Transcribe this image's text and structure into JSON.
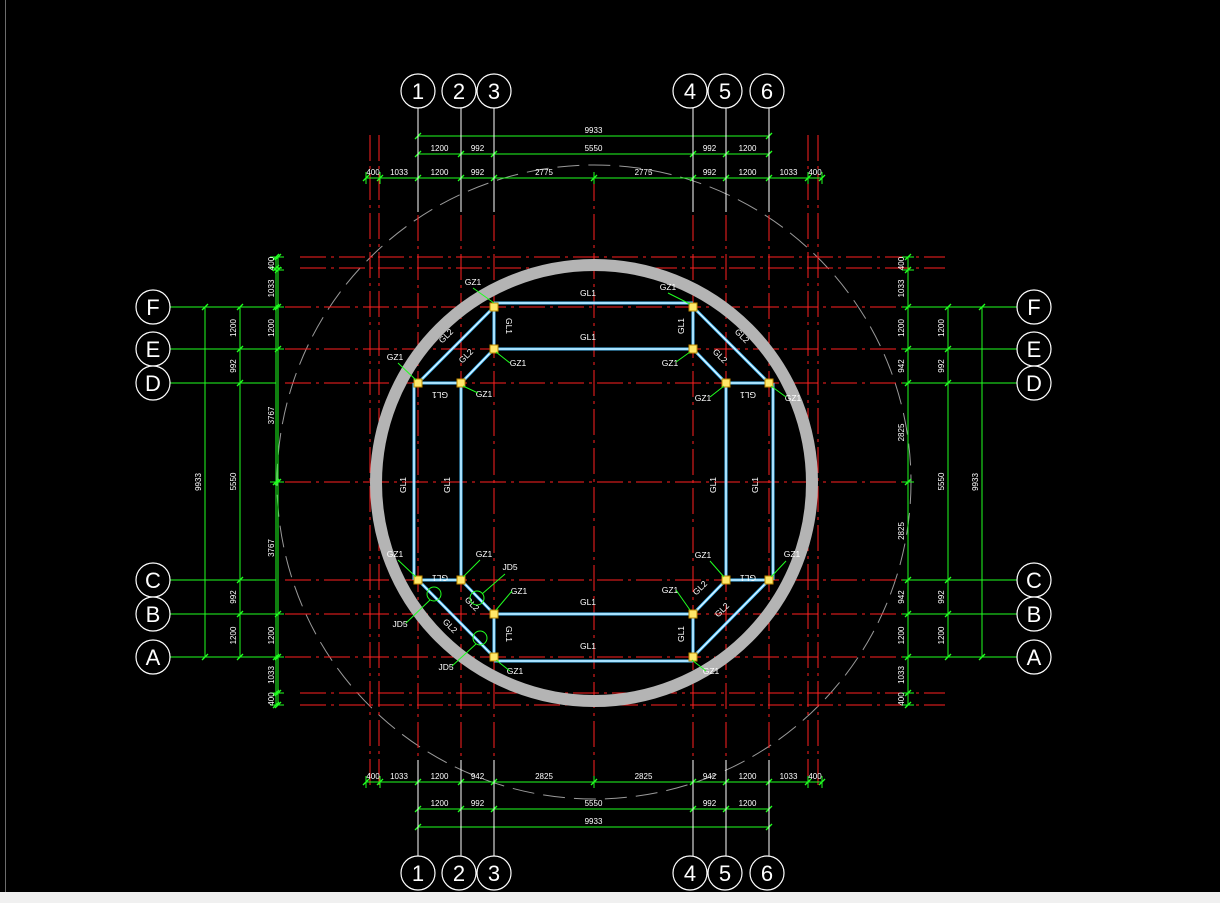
{
  "colors": {
    "background": "#000000",
    "axis": "#ff2020",
    "dimension": "#20ff20",
    "wall": "#ffffff",
    "beam_edge": "#4fc3ff",
    "ring": "#b4b4b4",
    "column_fill": "#ffe86a",
    "label": "#ffffff"
  },
  "axes": {
    "vertical": [
      "1",
      "2",
      "3",
      "4",
      "5",
      "6"
    ],
    "horizontal": [
      "F",
      "E",
      "D",
      "C",
      "B",
      "A"
    ]
  },
  "dimensions": {
    "top_total": "9933",
    "top_mid": [
      "1200",
      "992",
      "5550",
      "992",
      "1200"
    ],
    "top_detail": [
      "400",
      "1033",
      "1200",
      "992",
      "2775",
      "2775",
      "992",
      "1200",
      "1033",
      "400"
    ],
    "bottom_detail": [
      "400",
      "1033",
      "1200",
      "942",
      "2825",
      "2825",
      "942",
      "1200",
      "1033",
      "400"
    ],
    "bottom_mid": [
      "1200",
      "992",
      "5550",
      "992",
      "1200"
    ],
    "bottom_total": "9933",
    "left_detail": [
      "400",
      "1033",
      "1200",
      "3767",
      "3767",
      "1200",
      "1033",
      "400"
    ],
    "left_mid": [
      "1200",
      "992",
      "5550",
      "992",
      "1200"
    ],
    "left_total": "9933",
    "right_detail": [
      "400",
      "1033",
      "1200",
      "942",
      "2825",
      "2825",
      "942",
      "1200",
      "1033",
      "400"
    ],
    "right_mid": [
      "1200",
      "992",
      "5550",
      "992",
      "1200"
    ],
    "right_total": "9933"
  },
  "labels": {
    "column": "GZ1",
    "beam_gl1": "GL1",
    "beam_gl2": "GL2",
    "detail": "JD5"
  }
}
